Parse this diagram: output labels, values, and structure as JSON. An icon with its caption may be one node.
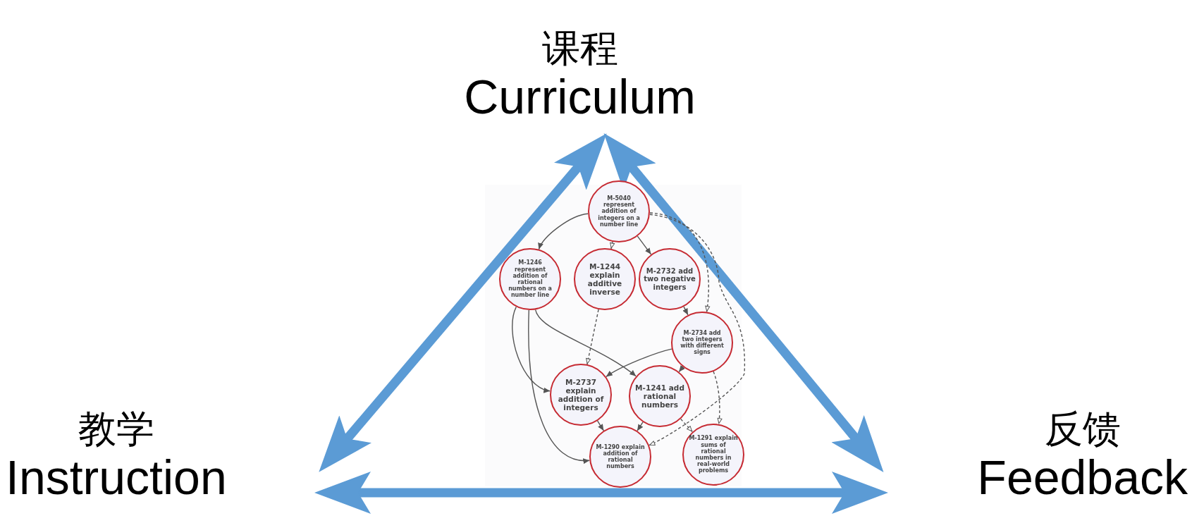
{
  "diagram": {
    "nodes": [
      {
        "text": [
          "课程",
          "Curriculum"
        ]
      },
      {
        "text": [
          "教学",
          "Instruction"
        ]
      },
      {
        "text": [
          "反馈",
          "Feedback"
        ]
      },
      {
        "text": [
          "M-5040 represent addition of integers on a number line"
        ]
      },
      {
        "text": [
          "M-1246 represent addition of rational numbers on a number line"
        ]
      },
      {
        "text": [
          "M-1244 explain additive inverse"
        ]
      },
      {
        "text": [
          "M-2732 add two negative integers"
        ]
      },
      {
        "text": [
          "M-2734 add two integers with different signs"
        ]
      },
      {
        "text": [
          "M-2737 explain addition of integers"
        ]
      },
      {
        "text": [
          "M-1241 add rational numbers"
        ]
      },
      {
        "text": [
          "M-1290 explain addition of rational numbers"
        ]
      },
      {
        "text": [
          "M-1291 explain sums of rational numbers in real-world problems"
        ]
      }
    ],
    "edges": [
      {
        "from": 0,
        "to": 1,
        "arrow": "both",
        "style": "thick",
        "color": "#5b9bd5"
      },
      {
        "from": 0,
        "to": 2,
        "arrow": "both",
        "style": "thick",
        "color": "#5b9bd5"
      },
      {
        "from": 1,
        "to": 2,
        "arrow": "both",
        "style": "thick",
        "color": "#5b9bd5"
      },
      {
        "from": 3,
        "to": 4,
        "arrow": "to"
      },
      {
        "from": 3,
        "to": 5,
        "arrow": "to",
        "style": "dashed"
      },
      {
        "from": 3,
        "to": 6,
        "arrow": "to"
      },
      {
        "from": 3,
        "to": 7,
        "arrow": "to",
        "style": "dashed"
      },
      {
        "from": 3,
        "to": 10,
        "arrow": "to",
        "style": "dashed"
      },
      {
        "from": 4,
        "to": 8,
        "arrow": "to"
      },
      {
        "from": 4,
        "to": 10,
        "arrow": "to"
      },
      {
        "from": 4,
        "to": 9,
        "arrow": "to"
      },
      {
        "from": 5,
        "to": 8,
        "arrow": "to",
        "style": "dashed"
      },
      {
        "from": 6,
        "to": 7,
        "arrow": "to"
      },
      {
        "from": 7,
        "to": 8,
        "arrow": "to"
      },
      {
        "from": 7,
        "to": 9,
        "arrow": "to"
      },
      {
        "from": 7,
        "to": 11,
        "arrow": "to",
        "style": "dashed"
      },
      {
        "from": 8,
        "to": 10,
        "arrow": "to"
      },
      {
        "from": 9,
        "to": 10,
        "arrow": "to"
      },
      {
        "from": 9,
        "to": 11,
        "arrow": "to",
        "style": "dashed"
      }
    ]
  }
}
